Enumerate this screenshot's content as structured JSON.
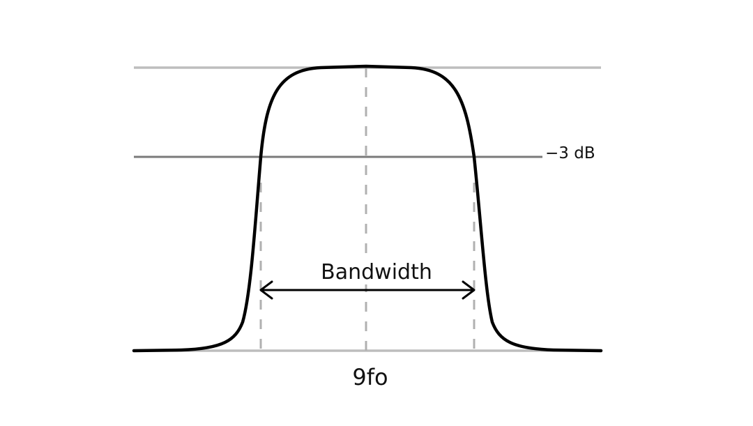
{
  "diagram": {
    "level_label": "−3 dB",
    "span_label": "Bandwidth",
    "center_label": "9fo"
  },
  "colors": {
    "curve": "#000000",
    "reference_lines": "#bdbdbd",
    "level_line": "#7a7a7a",
    "dashed_markers": "#b0b0b0",
    "text": "#111111"
  }
}
